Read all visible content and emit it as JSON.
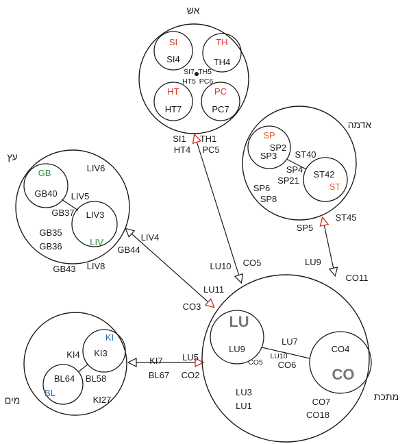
{
  "colors": {
    "red": "#d9302b",
    "green": "#2e8b3a",
    "blue": "#1f6fb5",
    "orange": "#e0622a",
    "gray": "#777777",
    "line": "#1a1a1a"
  },
  "elements": {
    "fire": {
      "title": "אש",
      "organs": [
        "SI",
        "TH",
        "HT",
        "PC"
      ],
      "inner_points": [
        "SI4",
        "TH4",
        "HT7",
        "PC7"
      ],
      "center_points": [
        "SI7",
        "TH5",
        "HT5",
        "PC6"
      ],
      "outer_points": [
        "SI1",
        "TH1",
        "HT4",
        "PC5"
      ]
    },
    "earth": {
      "title": "אדמה",
      "organs": [
        "SP",
        "ST"
      ],
      "points": [
        "SP2",
        "SP3",
        "ST40",
        "SP4",
        "SP21",
        "ST42",
        "SP6",
        "SP8"
      ],
      "outer_points": [
        "SP5",
        "ST45"
      ]
    },
    "wood": {
      "title": "עץ",
      "organs": [
        "GB",
        "LIV"
      ],
      "points": [
        "LIV6",
        "GB40",
        "LIV5",
        "GB37",
        "LIV3",
        "GB35",
        "GB36"
      ],
      "outer_points": [
        "GB43",
        "LIV8",
        "LIV4",
        "GB44"
      ]
    },
    "metal": {
      "title": "מתכת",
      "organs": [
        "LU",
        "CO"
      ],
      "points": [
        "LU9",
        "LU7",
        "CO4",
        "LU10",
        "CO5",
        "CO6",
        "LU3",
        "LU1",
        "CO7",
        "CO18"
      ],
      "outer_points": [
        "LU10",
        "CO5",
        "LU9",
        "CO11",
        "LU11",
        "CO3",
        "LU5",
        "CO2"
      ]
    },
    "water": {
      "title": "מים",
      "organs": [
        "KI",
        "BL"
      ],
      "points": [
        "KI4",
        "KI3",
        "BL64",
        "BL58",
        "KI27"
      ],
      "outer_points": [
        "KI7",
        "BL67"
      ]
    }
  }
}
